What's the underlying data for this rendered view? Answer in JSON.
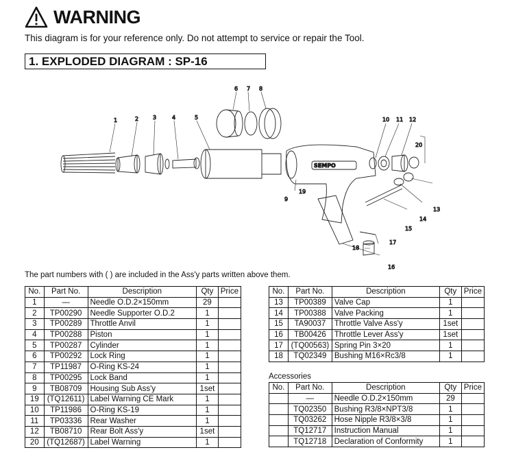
{
  "header": {
    "title": "WARNING",
    "notice": "This diagram is for your reference only. Do not attempt to service or repair the Tool.",
    "section_title": "1. EXPLODED DIAGRAM : SP-16"
  },
  "diagram": {
    "brand": "SEMPO",
    "callouts": [
      "1",
      "2",
      "3",
      "4",
      "5",
      "6",
      "7",
      "8",
      "9",
      "10",
      "11",
      "12",
      "13",
      "14",
      "15",
      "16",
      "17",
      "18",
      "19",
      "20"
    ]
  },
  "note": "The part numbers with ( ) are included in the Ass'y parts written above them.",
  "parts_table": {
    "headers": [
      "No.",
      "Part No.",
      "Description",
      "Qty",
      "Price"
    ],
    "left_rows": [
      [
        "1",
        "—",
        "Needle O.D.2×150mm",
        "29",
        ""
      ],
      [
        "2",
        "TP00290",
        "Needle Supporter O.D.2",
        "1",
        ""
      ],
      [
        "3",
        "TP00289",
        "Throttle Anvil",
        "1",
        ""
      ],
      [
        "4",
        "TP00288",
        "Piston",
        "1",
        ""
      ],
      [
        "5",
        "TP00287",
        "Cylinder",
        "1",
        ""
      ],
      [
        "6",
        "TP00292",
        "Lock Ring",
        "1",
        ""
      ],
      [
        "7",
        "TP11987",
        "O-Ring KS-24",
        "1",
        ""
      ],
      [
        "8",
        "TP00295",
        "Lock Band",
        "1",
        ""
      ],
      [
        "9",
        "TB08709",
        "Housing Sub Ass'y",
        "1set",
        ""
      ],
      [
        "19",
        "(TQ12611)",
        "Label Warning CE Mark",
        "1",
        ""
      ],
      [
        "10",
        "TP11986",
        "O-Ring KS-19",
        "1",
        ""
      ],
      [
        "11",
        "TP03336",
        "Rear Washer",
        "1",
        ""
      ],
      [
        "12",
        "TB08710",
        "Rear Bolt Ass'y",
        "1set",
        ""
      ],
      [
        "20",
        "(TQ12687)",
        "Label Warning",
        "1",
        ""
      ]
    ],
    "right_rows": [
      [
        "13",
        "TP00389",
        "Valve Cap",
        "1",
        ""
      ],
      [
        "14",
        "TP00388",
        "Valve Packing",
        "1",
        ""
      ],
      [
        "15",
        "TA90037",
        "Throttle Valve Ass'y",
        "1set",
        ""
      ],
      [
        "16",
        "TB00426",
        "Throttle Lever Ass'y",
        "1set",
        ""
      ],
      [
        "17",
        "(TQ00563)",
        "Spring Pin 3×20",
        "1",
        ""
      ],
      [
        "18",
        "TQ02349",
        "Bushing M16×Rc3/8",
        "1",
        ""
      ]
    ]
  },
  "accessories": {
    "label": "Accessories",
    "rows": [
      [
        "",
        "—",
        "Needle O.D.2×150mm",
        "29",
        ""
      ],
      [
        "",
        "TQ02350",
        "Bushing R3/8×NPT3/8",
        "1",
        ""
      ],
      [
        "",
        "TQ03262",
        "Hose Nipple R3/8×3/8",
        "1",
        ""
      ],
      [
        "",
        "TQ12717",
        "Instruction Manual",
        "1",
        ""
      ],
      [
        "",
        "TQ12718",
        "Declaration of Conformity",
        "1",
        ""
      ]
    ]
  }
}
